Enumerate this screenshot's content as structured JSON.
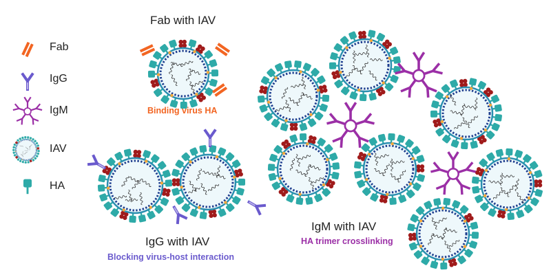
{
  "legend": {
    "items": [
      {
        "key": "fab",
        "label": "Fab",
        "icon": "fab-antibody-icon"
      },
      {
        "key": "igg",
        "label": "IgG",
        "icon": "igg-antibody-icon"
      },
      {
        "key": "igm",
        "label": "IgM",
        "icon": "igm-antibody-icon"
      },
      {
        "key": "iav",
        "label": "IAV",
        "icon": "virus-icon"
      },
      {
        "key": "ha",
        "label": "HA",
        "icon": "hemagglutinin-icon"
      }
    ]
  },
  "panels": {
    "fab": {
      "title": "Fab with IAV",
      "caption": "Binding virus HA"
    },
    "igg": {
      "title": "IgG with IAV",
      "caption": "Blocking virus-host interaction"
    },
    "igm": {
      "title": "IgM with IAV",
      "caption": "HA trimer crosslinking"
    }
  },
  "colors": {
    "fab": "#f26522",
    "igg": "#6a5acd",
    "igm": "#9b2fa6",
    "ha": "#2eaaa8",
    "virus_fill": "#eef8fb",
    "membrane": "#1f3f8f",
    "red_protein": "#a01b1b",
    "orange_dot": "#f4a83a",
    "text": "#222222"
  }
}
